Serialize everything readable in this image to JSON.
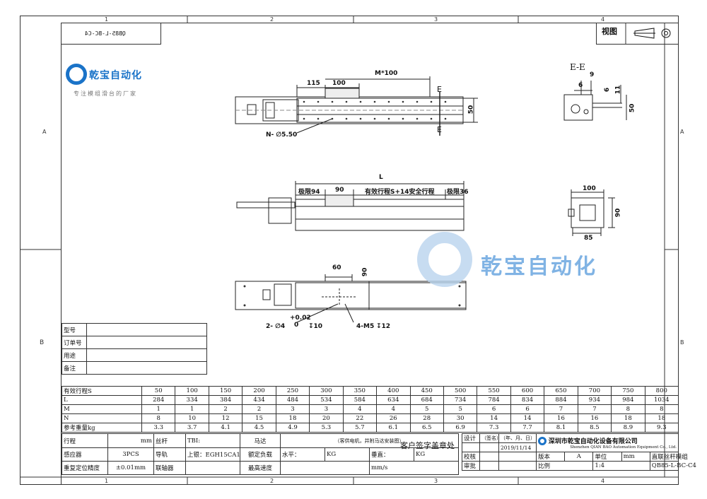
{
  "zones": {
    "top": [
      "1",
      "2",
      "3",
      "4"
    ],
    "bottom": [
      "1",
      "2",
      "3",
      "4"
    ],
    "left": [
      "A",
      "B"
    ],
    "right": [
      "A",
      "B"
    ]
  },
  "drawing_code_mirrored": "QB85-L-BC-C4",
  "view_label": "视图",
  "logo": {
    "name": "乾宝自动化",
    "slogan": "专注模组滑台的厂家",
    "brand_color": "#1a73c8"
  },
  "dims": {
    "top_view": {
      "m100": "M*100",
      "d115": "115",
      "d100": "100",
      "d50": "50",
      "e_label": "E",
      "n_hole": "N- ∅5.50"
    },
    "side_view": {
      "L": "L",
      "lim94": "极限94",
      "d90": "90",
      "stroke": "有效行程S+14安全行程",
      "lim36": "极限36"
    },
    "bottom_view": {
      "d60": "60",
      "d90": "90",
      "tol": "+0.02",
      "tol0": "0",
      "hole1": "2- ∅4",
      "depth1": "10",
      "hole2": "4-M5",
      "depth2": "12"
    },
    "section_e": {
      "title": "E-E",
      "d9": "9",
      "d6a": "6",
      "d6b": "6",
      "d11": "11",
      "d50": "50"
    },
    "end_view": {
      "d100": "100",
      "d90": "90",
      "d85": "85"
    }
  },
  "info_table": {
    "rows": [
      {
        "label": "型号",
        "value": ""
      },
      {
        "label": "订单号",
        "value": ""
      },
      {
        "label": "用途",
        "value": ""
      },
      {
        "label": "备注",
        "value": ""
      }
    ]
  },
  "spec_table": {
    "row_labels": [
      "有效行程S",
      "L",
      "M",
      "N",
      "参考重量kg"
    ],
    "stroke": [
      "50",
      "100",
      "150",
      "200",
      "250",
      "300",
      "350",
      "400",
      "450",
      "500",
      "550",
      "600",
      "650",
      "700",
      "750",
      "800"
    ],
    "L": [
      "284",
      "334",
      "384",
      "434",
      "484",
      "534",
      "584",
      "634",
      "684",
      "734",
      "784",
      "834",
      "884",
      "934",
      "984",
      "1034"
    ],
    "M": [
      "1",
      "1",
      "2",
      "2",
      "3",
      "3",
      "4",
      "4",
      "5",
      "5",
      "6",
      "6",
      "7",
      "7",
      "8",
      "8"
    ],
    "N": [
      "8",
      "10",
      "12",
      "15",
      "18",
      "20",
      "22",
      "26",
      "28",
      "30",
      "14",
      "14",
      "16",
      "16",
      "18",
      "18"
    ],
    "weight": [
      "3.3",
      "3.7",
      "4.1",
      "4.5",
      "4.9",
      "5.3",
      "5.7",
      "6.1",
      "6.5",
      "6.9",
      "7.3",
      "7.7",
      "8.1",
      "8.5",
      "8.9",
      "9.3"
    ]
  },
  "bottom_table": {
    "r1": [
      "行程",
      "mm",
      "丝杆",
      "TBI:",
      "马达",
      "（客供电机，并附马达安装图）"
    ],
    "r2": [
      "感应器",
      "3PCS",
      "导轨",
      "上银：EGH15CA1",
      "额定负载",
      "水平：",
      "KG",
      "垂直：",
      "KG"
    ],
    "r3": [
      "重复定位精度",
      "±0.01mm",
      "联轴器",
      "",
      "最高速度",
      "",
      "mm/s"
    ],
    "customer_stamp": "客户签字盖章处"
  },
  "title_block": {
    "design": "设计",
    "sign": "（签名）",
    "date_label": "（年、月、日）",
    "date": "2019/11/14",
    "check": "校核",
    "approve": "审批",
    "company_cn": "深圳市乾宝自动化设备有限公司",
    "company_en": "Shenzhen QIAN BAO Automation Equipment Co., Ltd.",
    "version_label": "版本",
    "version": "A",
    "unit_label": "单位",
    "unit": "mm",
    "product": "直联丝杆模组",
    "scale_label": "比例",
    "scale": "1:4",
    "code": "QB85-L-BC-C4"
  }
}
